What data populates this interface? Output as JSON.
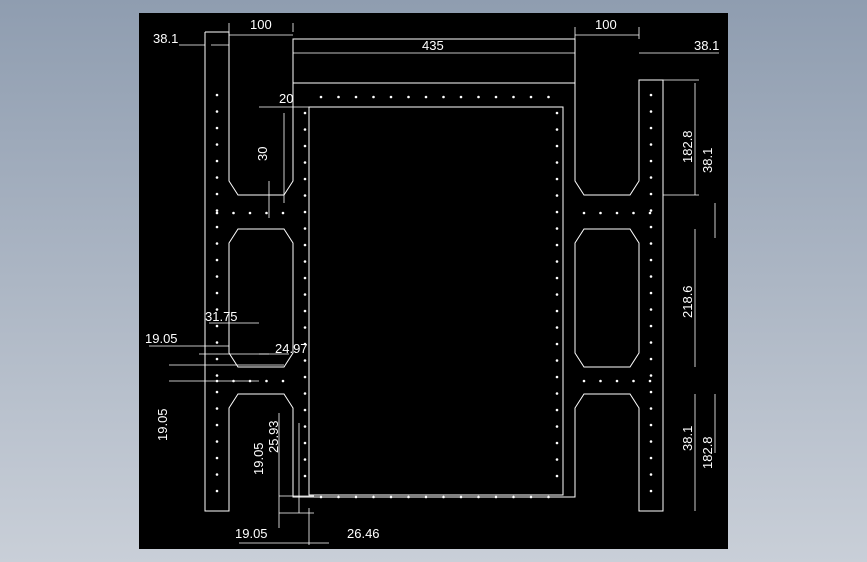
{
  "drawing": {
    "background": "#000000",
    "line_color": "#ffffff",
    "viewport_bg": "#0b0b0b"
  },
  "dimensions": {
    "top_left_38_1": "38.1",
    "top_left_100": "100",
    "top_435": "435",
    "top_right_100": "100",
    "top_right_38_1": "38.1",
    "d_20": "20",
    "d_30": "30",
    "d_182_8_top": "182.8",
    "d_38_1_right_top": "38.1",
    "d_218_6": "218.6",
    "d_31_75": "31.75",
    "d_19_05_left": "19.05",
    "d_24_97": "24.97",
    "d_19_05_vert": "19.05",
    "d_25_93": "25.93",
    "d_19_05_mid": "19.05",
    "d_38_1_right_bottom": "38.1",
    "d_182_8_bottom": "182.8",
    "d_19_05_bottom": "19.05",
    "d_26_46": "26.46"
  }
}
